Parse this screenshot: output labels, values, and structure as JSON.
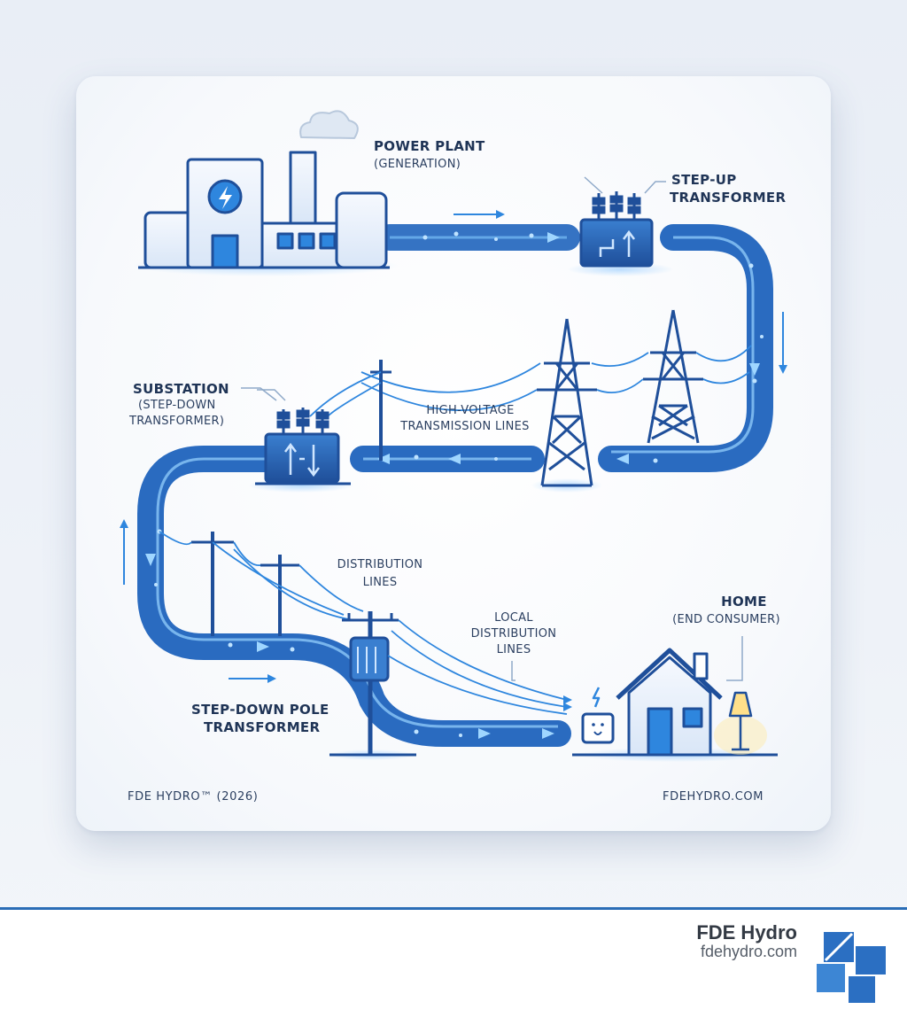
{
  "labels": {
    "power_plant": "POWER PLANT",
    "power_plant_sub": "(GENERATION)",
    "step_up_1": "STEP-UP",
    "step_up_2": "TRANSFORMER",
    "substation": "SUBSTATION",
    "substation_sub1": "(STEP-DOWN",
    "substation_sub2": "TRANSFORMER)",
    "hv_1": "HIGH-VOLTAGE",
    "hv_2": "TRANSMISSION LINES",
    "dist_1": "DISTRIBUTION",
    "dist_2": "LINES",
    "local_1": "LOCAL",
    "local_2": "DISTRIBUTION",
    "local_3": "LINES",
    "home": "HOME",
    "home_sub": "(END CONSUMER)",
    "pole_1": "STEP-DOWN POLE",
    "pole_2": "TRANSFORMER"
  },
  "footer": {
    "left": "FDE HYDRO™ (2026)",
    "right": "FDEHYDRO.COM"
  },
  "brand": {
    "name": "FDE Hydro",
    "url": "fdehydro.com"
  },
  "colors": {
    "flow": "#2f74c6",
    "flow_light": "#6fb4f0",
    "outline": "#1f4f9a",
    "accent": "#2e86de"
  }
}
